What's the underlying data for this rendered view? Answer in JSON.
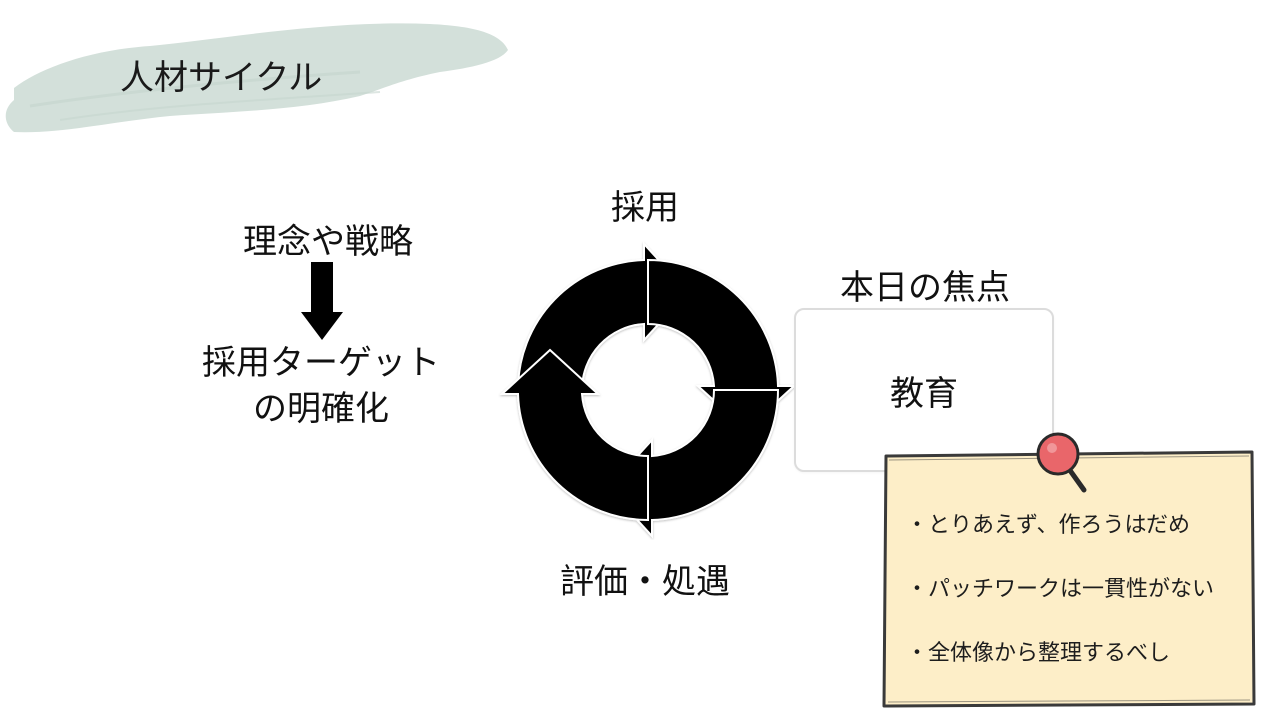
{
  "title": "人材サイクル",
  "left": {
    "top_text": "理念や戦略",
    "bottom_line1": "採用ターゲット",
    "bottom_line2": "の明確化"
  },
  "cycle": {
    "top_label": "採用",
    "bottom_label": "評価・処遇"
  },
  "focus": {
    "label": "本日の焦点",
    "box_text": "教育"
  },
  "note": {
    "items": [
      "・とりあえず、作ろうはだめ",
      "・パッチワークは一貫性がない",
      "・全体像から整理するべし"
    ]
  },
  "colors": {
    "brush": "#d3e0da",
    "note_fill": "#fdeec8",
    "note_border": "#3a3a3a",
    "pin_head": "#e9666a",
    "cycle_fill": "#000000"
  },
  "icons": [
    "down-arrow-icon",
    "cycle-arrows-icon",
    "pushpin-icon"
  ]
}
